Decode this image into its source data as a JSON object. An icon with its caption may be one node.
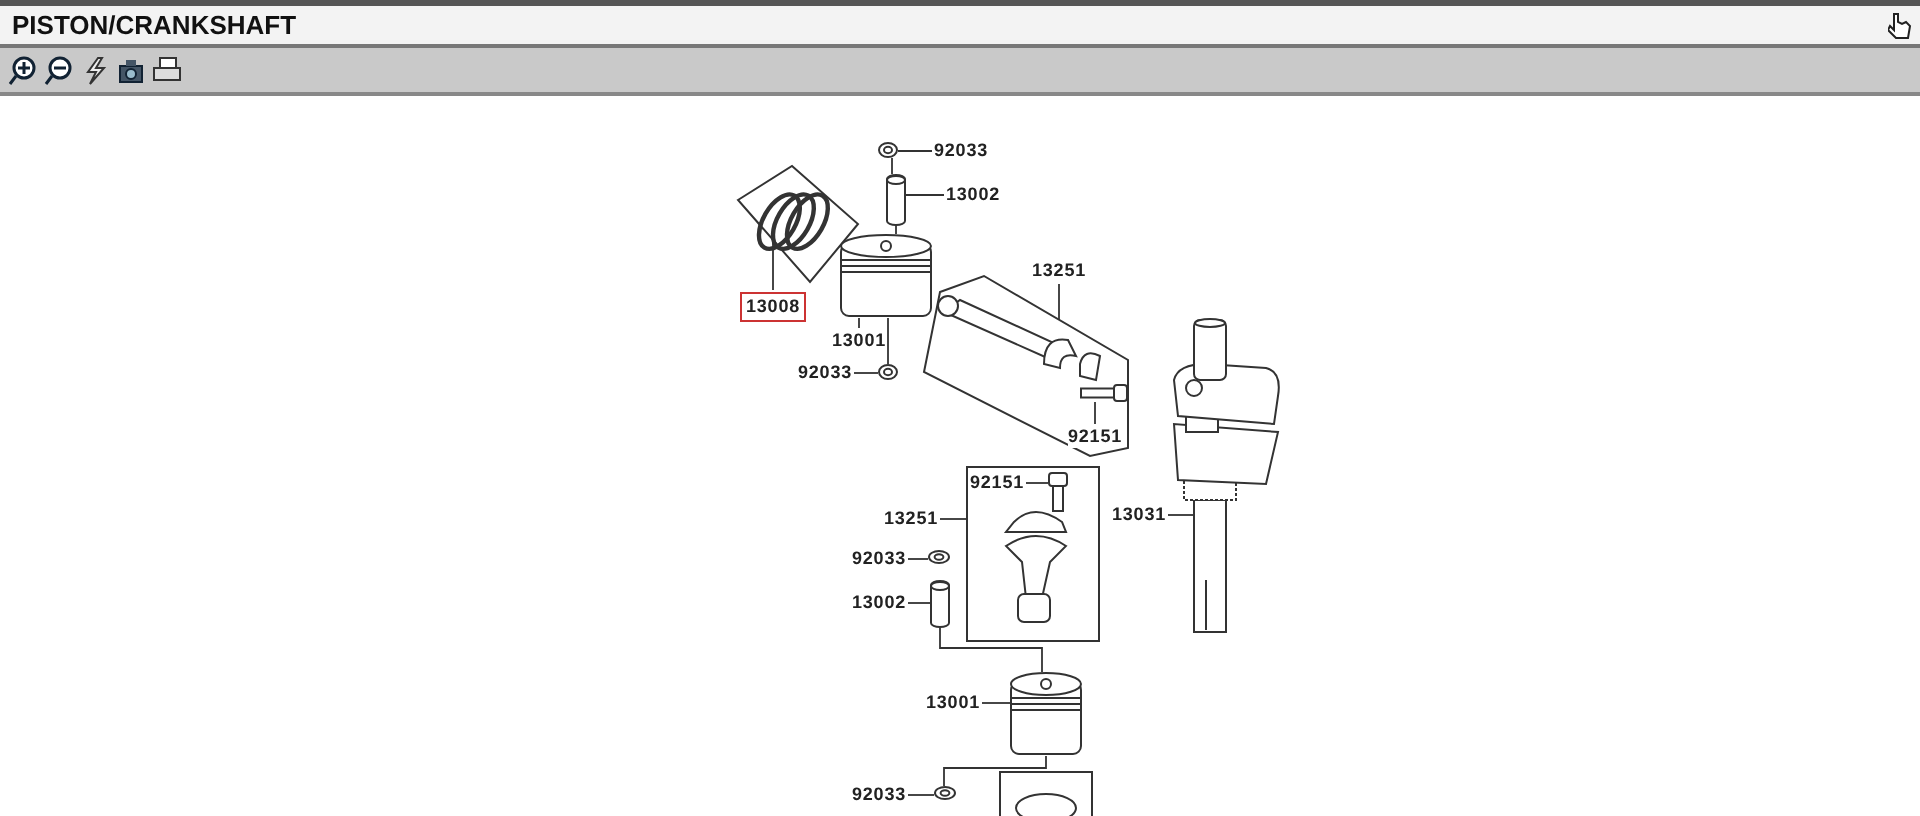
{
  "diagram": {
    "title": "PISTON/CRANKSHAFT",
    "nodes": [
      {
        "text": [
          "92033"
        ]
      },
      {
        "text": [],
        "shape": "picture"
      },
      {
        "text": [
          "13002"
        ]
      },
      {
        "text": [],
        "shape": "picture"
      },
      {
        "text": [
          "13008"
        ]
      },
      {
        "text": [],
        "shape": "picture"
      },
      {
        "text": [
          "13001"
        ]
      },
      {
        "text": [],
        "shape": "picture"
      },
      {
        "text": [
          "92033"
        ]
      },
      {
        "text": [],
        "shape": "picture"
      },
      {
        "text": [
          "13251"
        ]
      },
      {
        "text": [],
        "shape": "picture"
      },
      {
        "text": [
          "92151"
        ],
        "in": 11
      },
      {
        "text": [],
        "shape": "picture",
        "in": 11
      },
      {
        "text": [
          "13031"
        ]
      },
      {
        "text": [],
        "shape": "picture"
      },
      {
        "text": [
          "92151"
        ],
        "in": 19
      },
      {
        "text": [],
        "shape": "picture",
        "in": 19
      },
      {
        "text": [
          "13251"
        ]
      },
      {
        "text": [],
        "shape": "picture"
      },
      {
        "text": [
          "92033"
        ]
      },
      {
        "text": [],
        "shape": "picture"
      },
      {
        "text": [
          "13002"
        ]
      },
      {
        "text": [],
        "shape": "picture"
      },
      {
        "text": [
          "13001"
        ]
      },
      {
        "text": [],
        "shape": "picture"
      },
      {
        "text": [
          "92033"
        ]
      },
      {
        "text": [],
        "shape": "picture"
      }
    ],
    "edges": [
      {
        "from": 0,
        "to": 1,
        "arrow": "none"
      },
      {
        "from": 2,
        "to": 3,
        "arrow": "none"
      },
      {
        "from": 4,
        "to": 5,
        "arrow": "none"
      },
      {
        "from": 6,
        "to": 7,
        "arrow": "none"
      },
      {
        "from": 8,
        "to": 9,
        "arrow": "none"
      },
      {
        "from": 10,
        "to": 11,
        "arrow": "none"
      },
      {
        "from": 12,
        "to": 13,
        "arrow": "none"
      },
      {
        "from": 14,
        "to": 15,
        "arrow": "none"
      },
      {
        "from": 16,
        "to": 17,
        "arrow": "none"
      },
      {
        "from": 18,
        "to": 19,
        "arrow": "none"
      },
      {
        "from": 20,
        "to": 21,
        "arrow": "none"
      },
      {
        "from": 22,
        "to": 23,
        "arrow": "none"
      },
      {
        "from": 24,
        "to": 25,
        "arrow": "none"
      },
      {
        "from": 26,
        "to": 27,
        "arrow": "none"
      },
      {
        "from": 1,
        "to": 3,
        "arrow": "none"
      },
      {
        "from": 3,
        "to": 7,
        "arrow": "none"
      },
      {
        "from": 7,
        "to": 9,
        "arrow": "none"
      },
      {
        "from": 23,
        "to": 25,
        "arrow": "none"
      },
      {
        "from": 25,
        "to": 27,
        "arrow": "none"
      }
    ]
  }
}
